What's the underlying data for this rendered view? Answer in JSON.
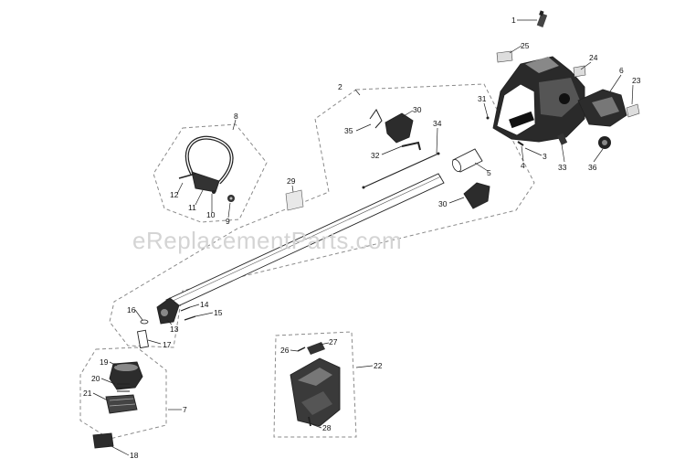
{
  "watermark": "eReplacementParts.com",
  "part_numbers": [
    "1",
    "2",
    "3",
    "4",
    "5",
    "6",
    "7",
    "8",
    "9",
    "10",
    "11",
    "12",
    "13",
    "14",
    "15",
    "16",
    "17",
    "18",
    "19",
    "20",
    "21",
    "22",
    "23",
    "24",
    "25",
    "26",
    "27",
    "28",
    "29",
    "30",
    "30",
    "31",
    "32",
    "33",
    "34",
    "35",
    "36"
  ],
  "groups": [
    "2",
    "7",
    "8",
    "22"
  ],
  "colors": {
    "ink": "#222222",
    "dashed_outline": "#8a8a8a",
    "watermark": "#d4d4d4",
    "background": "#ffffff"
  }
}
